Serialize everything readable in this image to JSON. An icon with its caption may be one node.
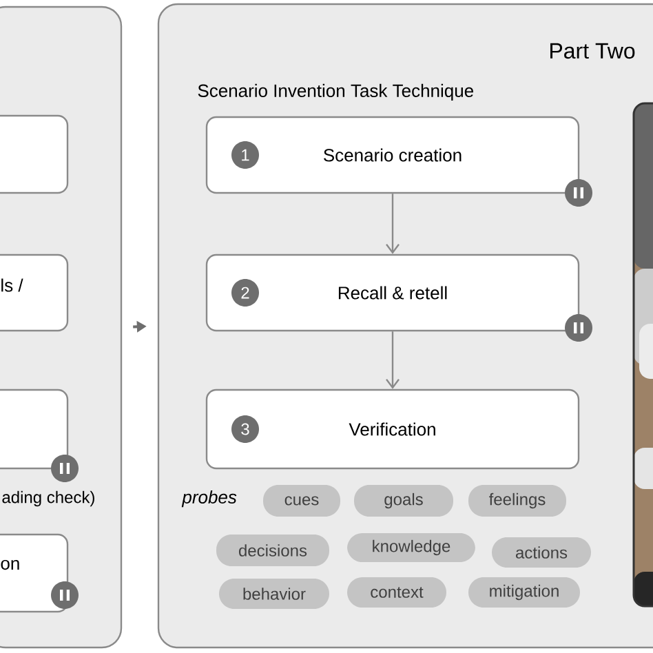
{
  "diagram": {
    "nodes": [
      {
        "text": [],
        "shape": "box"
      },
      {
        "text": [],
        "shape": "box",
        "in": 0
      },
      {
        "text": [
          "ls /"
        ],
        "in": 0
      },
      {
        "text": [],
        "shape": "box",
        "in": 0,
        "beside": [
          "ading check)"
        ]
      },
      {
        "text": [
          "on"
        ],
        "in": 0
      },
      {
        "text": [
          "Part Two",
          "Scenario Invention Task Technique"
        ]
      },
      {
        "text": [
          "1",
          "Scenario creation"
        ],
        "in": 5
      },
      {
        "text": [
          "2",
          "Recall & retell"
        ],
        "in": 5
      },
      {
        "text": [
          "3",
          "Verification"
        ],
        "in": 5
      },
      {
        "text": [],
        "shape": "picture",
        "in": 5
      },
      {
        "text": [
          "cues"
        ],
        "in": 5
      },
      {
        "text": [
          "goals"
        ],
        "in": 5
      },
      {
        "text": [
          "feelings"
        ],
        "in": 5
      },
      {
        "text": [
          "decisions"
        ],
        "in": 5
      },
      {
        "text": [
          "knowledge"
        ],
        "in": 5
      },
      {
        "text": [
          "actions"
        ],
        "in": 5
      },
      {
        "text": [
          "behavior"
        ],
        "in": 5
      },
      {
        "text": [
          "context"
        ],
        "in": 5
      },
      {
        "text": [
          "mitigation"
        ],
        "in": 5
      }
    ],
    "edges": [
      {
        "from": 0,
        "to": 5,
        "arrow": "to"
      },
      {
        "from": 6,
        "to": 7,
        "arrow": "to"
      },
      {
        "from": 7,
        "to": 8,
        "arrow": "to"
      }
    ],
    "labels": [
      "probes"
    ]
  }
}
